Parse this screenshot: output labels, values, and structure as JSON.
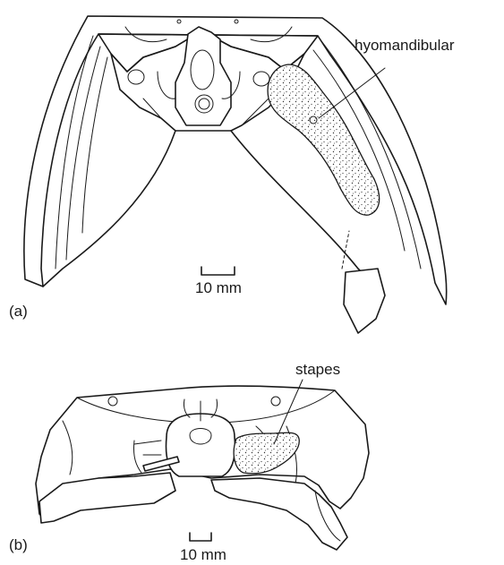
{
  "panel_a": {
    "panel_label": "(a)",
    "callout": "hyomandibular",
    "scale_label": "10 mm"
  },
  "panel_b": {
    "panel_label": "(b)",
    "callout": "stapes",
    "scale_label": "10 mm"
  }
}
